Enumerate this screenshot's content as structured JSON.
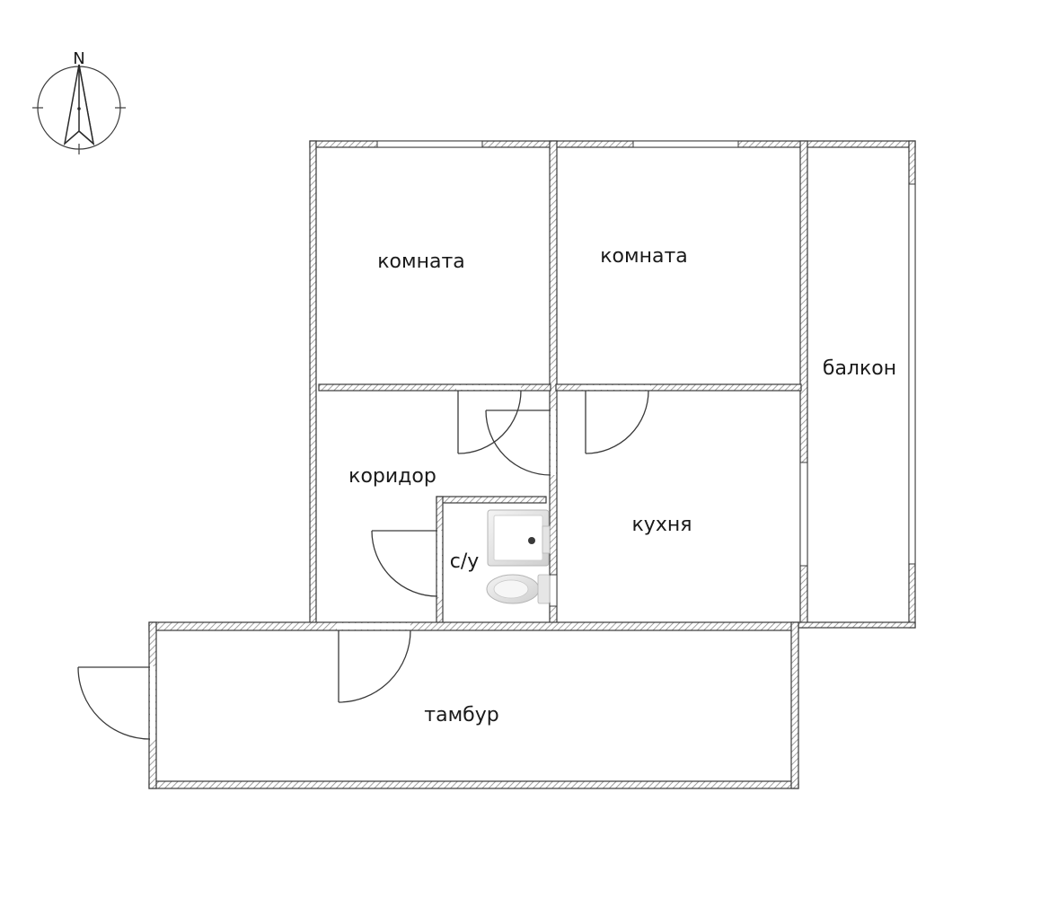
{
  "compass": {
    "label": "N",
    "icon": "north-arrow-icon"
  },
  "rooms": [
    {
      "id": "room-1",
      "label": "комната"
    },
    {
      "id": "room-2",
      "label": "комната"
    },
    {
      "id": "balcony",
      "label": "балкон"
    },
    {
      "id": "corridor",
      "label": "коридор"
    },
    {
      "id": "kitchen",
      "label": "кухня"
    },
    {
      "id": "bathroom",
      "label": "с/у"
    },
    {
      "id": "vestibule",
      "label": "тамбур"
    }
  ],
  "fixtures": [
    {
      "name": "shower-tray",
      "icon": "shower-tray-icon"
    },
    {
      "name": "toilet",
      "icon": "toilet-icon"
    }
  ],
  "colors": {
    "wall_stroke": "#3a3a3a",
    "hatch": "#8a8a8a",
    "background": "#ffffff",
    "fixture": "#d8d8d8"
  }
}
